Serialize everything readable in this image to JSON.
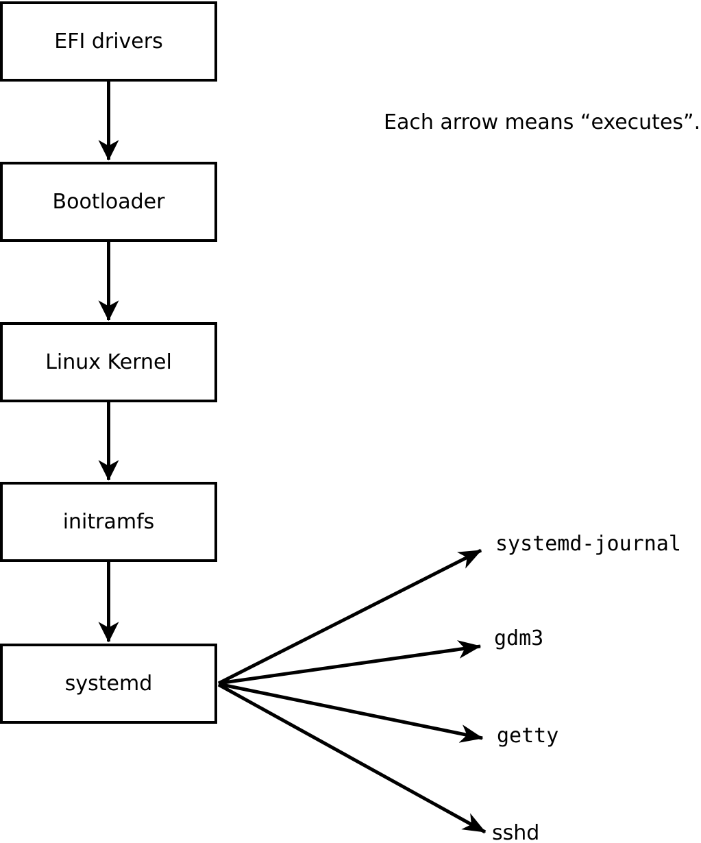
{
  "diagram": {
    "annotation": "Each arrow means “executes”.",
    "edge_meaning": "executes",
    "chain": [
      {
        "id": "efi-drivers",
        "label": "EFI drivers"
      },
      {
        "id": "bootloader",
        "label": "Bootloader"
      },
      {
        "id": "linux-kernel",
        "label": "Linux Kernel"
      },
      {
        "id": "initramfs",
        "label": "initramfs"
      },
      {
        "id": "systemd",
        "label": "systemd"
      }
    ],
    "branches": [
      {
        "id": "systemd-journal",
        "label": "systemd-journal"
      },
      {
        "id": "gdm3",
        "label": "gdm3"
      },
      {
        "id": "getty",
        "label": "getty"
      },
      {
        "id": "sshd",
        "label": "sshd"
      }
    ],
    "edges": [
      {
        "from": "efi-drivers",
        "to": "bootloader"
      },
      {
        "from": "bootloader",
        "to": "linux-kernel"
      },
      {
        "from": "linux-kernel",
        "to": "initramfs"
      },
      {
        "from": "initramfs",
        "to": "systemd"
      },
      {
        "from": "systemd",
        "to": "systemd-journal"
      },
      {
        "from": "systemd",
        "to": "gdm3"
      },
      {
        "from": "systemd",
        "to": "getty"
      },
      {
        "from": "systemd",
        "to": "sshd"
      }
    ],
    "colors": {
      "line": "#000000",
      "text": "#000000",
      "box_fill": "#ffffff",
      "background": "#ffffff"
    }
  }
}
